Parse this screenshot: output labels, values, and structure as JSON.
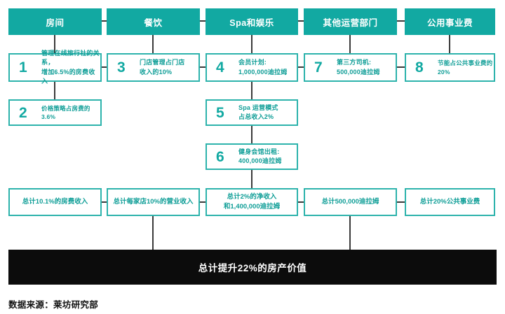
{
  "colors": {
    "teal_fill": "#12a9a2",
    "teal_border": "#2db3ac",
    "teal_text": "#0f9e97",
    "connector_line": "#3a3a3a",
    "total_bar_bg": "#0c0c0c",
    "total_bar_text": "#ffffff"
  },
  "columns": [
    {
      "header": "房间",
      "boxes": [
        {
          "num": "1",
          "lines": [
            "管理在线旅行社的关系，",
            "增加6.5%的房费收入"
          ]
        },
        {
          "num": "2",
          "lines": [
            "价格策略占房费的3.6%"
          ]
        }
      ],
      "summary": [
        "总计10.1%的房费收入"
      ]
    },
    {
      "header": "餐饮",
      "boxes": [
        {
          "num": "3",
          "lines": [
            "门店管理占门店",
            "收入的10%"
          ]
        }
      ],
      "summary": [
        "总计每家店10%的营业收入"
      ]
    },
    {
      "header": "Spa和娱乐",
      "boxes": [
        {
          "num": "4",
          "lines": [
            "会员计划:",
            "1,000,000迪拉姆"
          ]
        },
        {
          "num": "5",
          "lines": [
            "Spa 运营模式",
            "占总收入2%"
          ]
        },
        {
          "num": "6",
          "lines": [
            "健身会馆出租:",
            "400,000迪拉姆"
          ]
        }
      ],
      "summary": [
        "总计2%的净收入",
        "和1,400,000迪拉姆"
      ]
    },
    {
      "header": "其他运营部门",
      "boxes": [
        {
          "num": "7",
          "lines": [
            "第三方司机:",
            "500,000迪拉姆"
          ]
        }
      ],
      "summary": [
        "总计500,000迪拉姆"
      ]
    },
    {
      "header": "公用事业费",
      "boxes": [
        {
          "num": "8",
          "lines": [
            "节能占公共事业费的20%"
          ]
        }
      ],
      "summary": [
        "总计20%公共事业费"
      ]
    }
  ],
  "total_bar": "总计提升22%的房产价值",
  "footer": "数据来源：莱坊研究部"
}
